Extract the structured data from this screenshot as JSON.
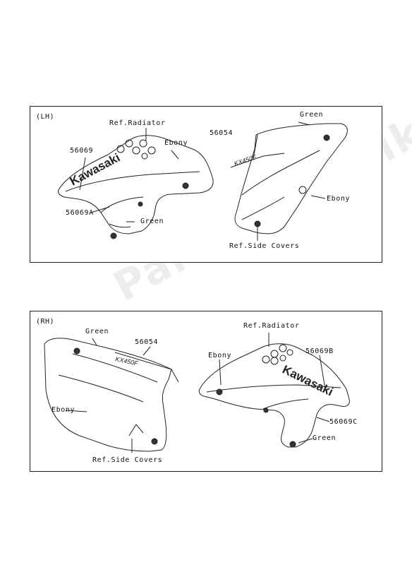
{
  "lh_panel": {
    "tag": "(LH)",
    "labels": {
      "ref_radiator": "Ref.Radiator",
      "ebony_shroud": "Ebony",
      "part_56069": "56069",
      "part_56069A": "56069A",
      "green_shroud": "Green",
      "part_56054": "56054",
      "green_cover": "Green",
      "ebony_cover": "Ebony",
      "ref_side_covers": "Ref.Side Covers"
    },
    "logo_text": "Kawasaki"
  },
  "rh_panel": {
    "tag": "(RH)",
    "labels": {
      "green_cover": "Green",
      "part_56054": "56054",
      "ebony_cover": "Ebony",
      "ref_side_covers": "Ref.Side Covers",
      "ref_radiator": "Ref.Radiator",
      "ebony_shroud": "Ebony",
      "part_56069B": "56069B",
      "part_56069C": "56069C",
      "green_shroud": "Green"
    },
    "logo_text": "Kawasaki"
  },
  "watermark": "PartsRepublik"
}
